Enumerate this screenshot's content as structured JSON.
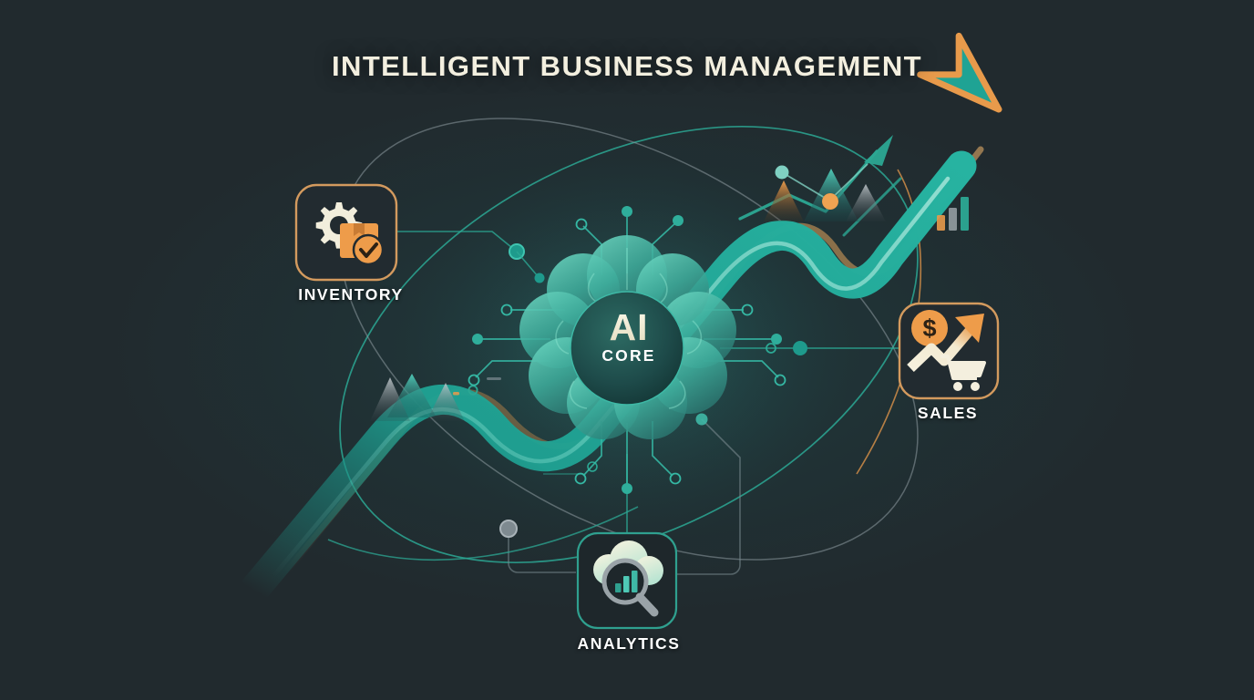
{
  "header": {
    "title": "INTELLIGENT BUSINESS MANAGEMENT"
  },
  "core": {
    "name": "AI",
    "subtitle": "CORE",
    "icon": "brain-circuit-icon"
  },
  "nodes": [
    {
      "id": "inventory",
      "label": "INVENTORY",
      "icon": "gear-box-check-icon",
      "accent": "#E3A košt"
    },
    {
      "id": "sales",
      "label": "SALES",
      "icon": "dollar-growth-cart-icon",
      "accent": "#E6A254"
    },
    {
      "id": "analytics",
      "label": "ANALYTICS",
      "icon": "cloud-magnifier-chart-icon",
      "accent": "#2FA08F"
    }
  ],
  "colors": {
    "background": "#212a2e",
    "title_text": "#F3EFDF",
    "label_text": "#FFFFFF",
    "teal": "#1FA394",
    "teal_light": "#5FD6C4",
    "teal_dark": "#17605C",
    "orange": "#E89A4B",
    "orange_light": "#F2B66B",
    "gray": "#9AA3A8",
    "cream": "#F3EEDC"
  },
  "decorations": {
    "growth_arrow": "upward-trend-arrow",
    "mountains_left": [
      "gray",
      "teal",
      "gray"
    ],
    "mountains_right": [
      "orange",
      "teal",
      "gray"
    ],
    "mini_bars": [
      "orange",
      "gray",
      "teal"
    ],
    "orbits": 2
  }
}
